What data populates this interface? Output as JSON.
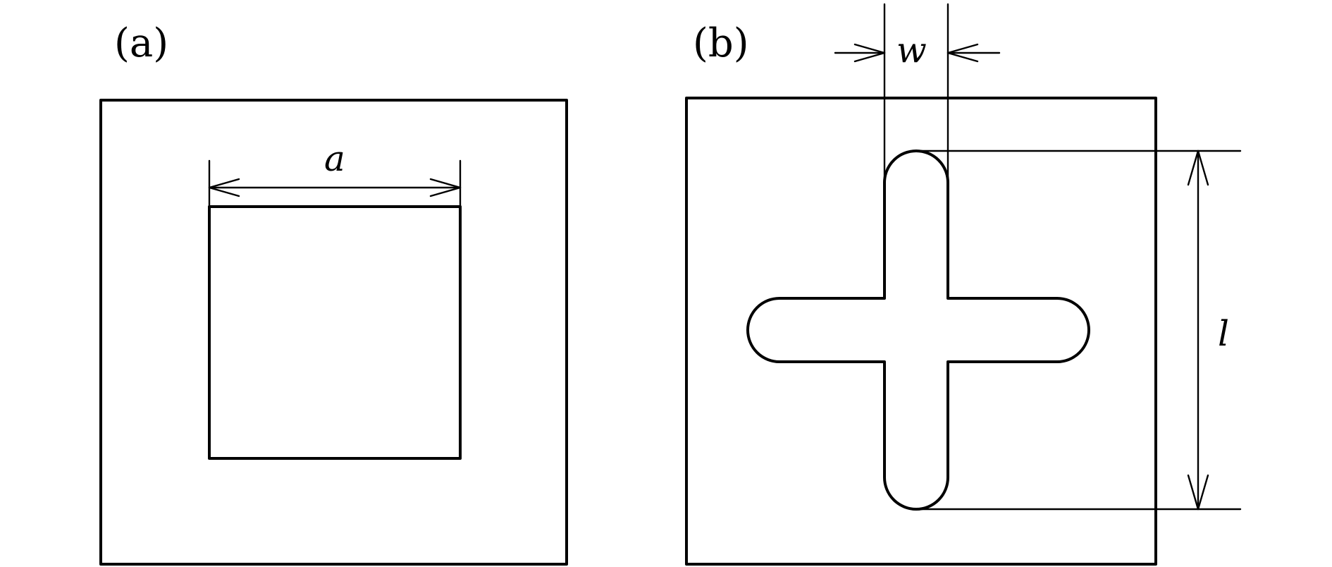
{
  "panels": [
    {
      "id": "a",
      "label": "(a)",
      "dimension": "a"
    },
    {
      "id": "b",
      "label": "(b)",
      "dimension_width": "w",
      "dimension_length": "l"
    }
  ],
  "colors": {
    "stroke": "#000000",
    "background": "#ffffff"
  }
}
